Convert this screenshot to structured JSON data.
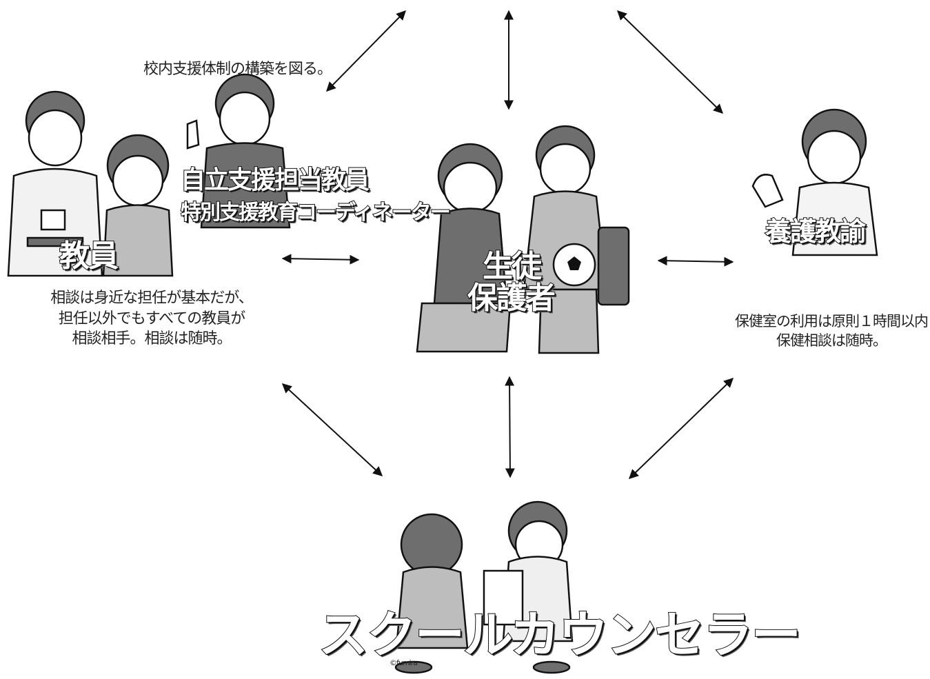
{
  "nodes": {
    "teachers": {
      "label": "教員"
    },
    "support_teacher": {
      "label_line1": "自立支援担当教員",
      "label_line2": "特別支援教育コーディネーター",
      "note": "校内支援体制の構築を図る。"
    },
    "teachers_note": {
      "line1": "相談は身近な担任が基本だが、",
      "line2": "担任以外でもすべての教員が",
      "line3": "相談相手。相談は随時。"
    },
    "students": {
      "label_line1": "生徒",
      "label_line2": "保護者"
    },
    "nurse": {
      "label": "養護教諭",
      "note_line1": "保健室の利用は原則１時間以内",
      "note_line2": "保健相談は随時。"
    },
    "counselor": {
      "label": "スクールカウンセラー"
    }
  },
  "credit": "©fumira",
  "colors": {
    "line": "#111111",
    "shade": "#bdbdbd",
    "dark": "#6e6e6e"
  }
}
